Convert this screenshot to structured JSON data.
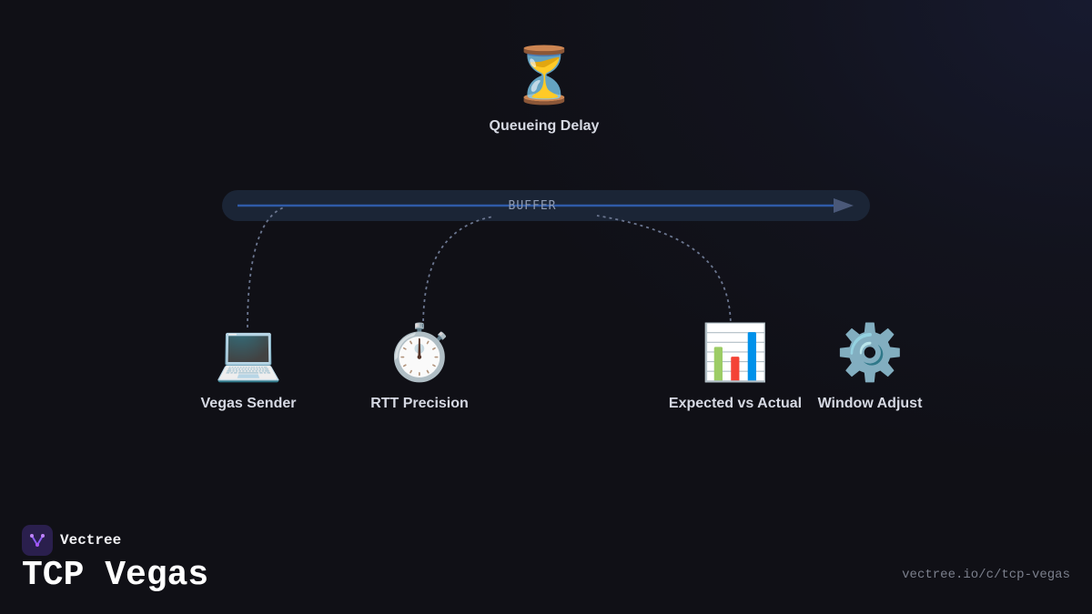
{
  "diagram": {
    "buffer_label": "BUFFER",
    "nodes": {
      "queueing_delay": {
        "label": "Queueing Delay",
        "icon": "hourglass-icon",
        "emoji": "⏳"
      },
      "vegas_sender": {
        "label": "Vegas Sender",
        "icon": "laptop-icon",
        "emoji": "💻"
      },
      "rtt_precision": {
        "label": "RTT Precision",
        "icon": "stopwatch-icon",
        "emoji": "⏱️"
      },
      "expected_vs_actual": {
        "label": "Expected vs Actual",
        "icon": "bar-chart-icon",
        "emoji": "📊"
      },
      "window_adjust": {
        "label": "Window Adjust",
        "icon": "gear-icon",
        "emoji": "⚙️"
      }
    },
    "colors": {
      "buffer_line": "#2f5aa8",
      "connector": "#6b7690"
    }
  },
  "brand": {
    "name": "Vectree",
    "logo_icon": "vectree-logo-icon"
  },
  "page": {
    "title": "TCP Vegas",
    "url": "vectree.io/c/tcp-vegas"
  }
}
